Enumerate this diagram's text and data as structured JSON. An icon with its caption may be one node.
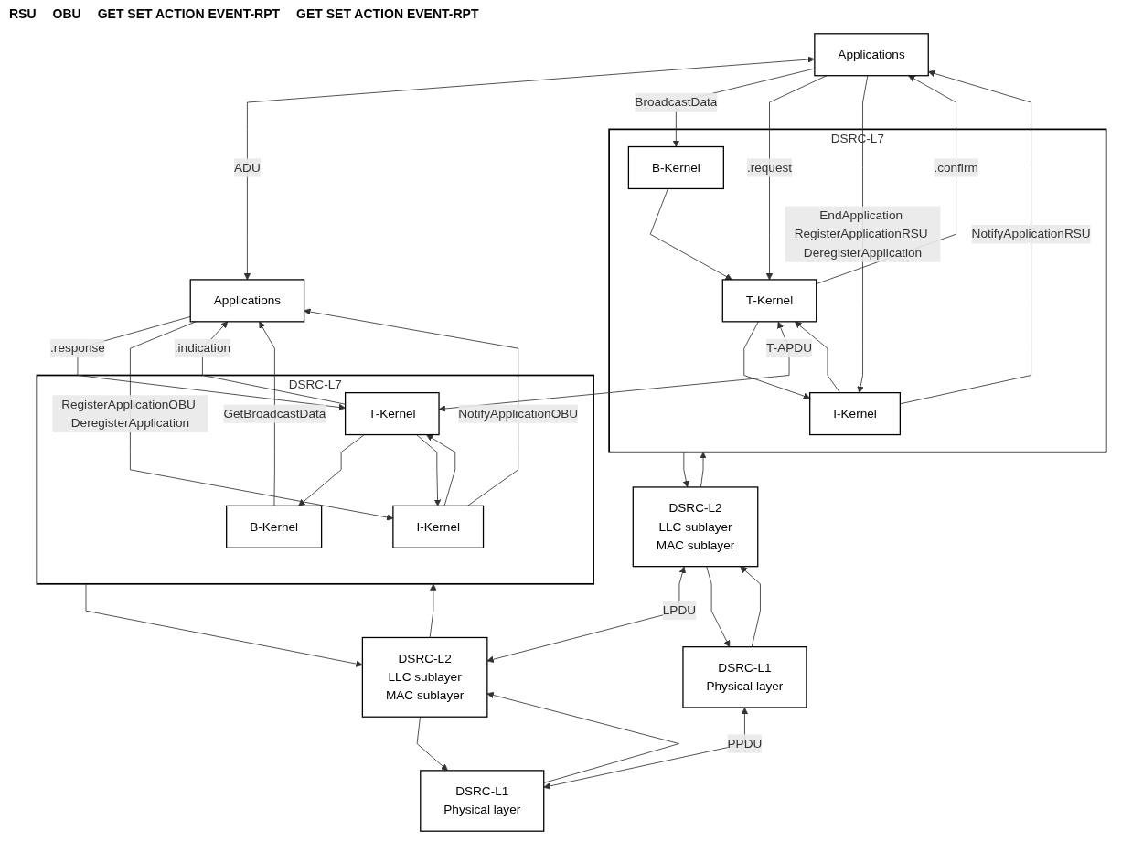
{
  "diagram": {
    "nodes": [
      {
        "text": [
          "Applications"
        ]
      },
      {
        "text": [
          "Applications"
        ]
      },
      {
        "text": [
          "DSRC-L7"
        ]
      },
      {
        "text": [
          "B-Kernel"
        ],
        "in": 2
      },
      {
        "text": [
          "I-Kernel"
        ],
        "in": 2
      },
      {
        "text": [
          "T-Kernel"
        ],
        "in": 2
      },
      {
        "text": [
          "DSRC-L7"
        ]
      },
      {
        "text": [
          "B-Kernel"
        ],
        "in": 6
      },
      {
        "text": [
          "I-Kernel"
        ],
        "in": 6
      },
      {
        "text": [
          "T-Kernel"
        ],
        "in": 6
      },
      {
        "text": [
          "DSRC-L2",
          "LLC sublayer",
          "MAC sublayer"
        ]
      },
      {
        "text": [
          "DSRC-L2",
          "LLC sublayer",
          "MAC sublayer"
        ]
      },
      {
        "text": [
          "DSRC-L1",
          "Physical layer"
        ]
      },
      {
        "text": [
          "DSRC-L1",
          "Physical layer"
        ]
      }
    ],
    "edges": [
      {
        "from": 0,
        "to": 1,
        "arrow": "both",
        "label": "ADU"
      },
      {
        "from": 0,
        "to": 3,
        "arrow": "to",
        "label": "BroadcastData"
      },
      {
        "from": 0,
        "to": 5,
        "arrow": "to",
        "label": ".request"
      },
      {
        "from": 5,
        "to": 0,
        "arrow": "to",
        "label": ".confirm"
      },
      {
        "from": 0,
        "to": 4,
        "arrow": "to",
        "label": "EndApplication RegisterApplicationRSU DeregisterApplication"
      },
      {
        "from": 4,
        "to": 0,
        "arrow": "to",
        "label": "NotifyApplicationRSU"
      },
      {
        "from": 3,
        "to": 5,
        "arrow": "to"
      },
      {
        "from": 4,
        "to": 5,
        "arrow": "to"
      },
      {
        "from": 5,
        "to": 4,
        "arrow": "to"
      },
      {
        "from": 7,
        "to": 1,
        "arrow": "to",
        "label": "GetBroadcastData"
      },
      {
        "from": 1,
        "to": 9,
        "arrow": "to",
        "label": ".response"
      },
      {
        "from": 9,
        "to": 1,
        "arrow": "to",
        "label": ".indication"
      },
      {
        "from": 1,
        "to": 8,
        "arrow": "to",
        "label": "RegisterApplicationOBU DeregisterApplication"
      },
      {
        "from": 8,
        "to": 1,
        "arrow": "to",
        "label": "NotifyApplicationOBU"
      },
      {
        "from": 9,
        "to": 7,
        "arrow": "to"
      },
      {
        "from": 8,
        "to": 9,
        "arrow": "to"
      },
      {
        "from": 9,
        "to": 8,
        "arrow": "to"
      },
      {
        "from": 5,
        "to": 9,
        "arrow": "both",
        "label": "T-APDU"
      },
      {
        "from": 2,
        "to": 10,
        "arrow": "to"
      },
      {
        "from": 10,
        "to": 2,
        "arrow": "to"
      },
      {
        "from": 6,
        "to": 11,
        "arrow": "to"
      },
      {
        "from": 11,
        "to": 6,
        "arrow": "to"
      },
      {
        "from": 10,
        "to": 11,
        "arrow": "both",
        "label": "LPDU"
      },
      {
        "from": 10,
        "to": 12,
        "arrow": "to"
      },
      {
        "from": 12,
        "to": 10,
        "arrow": "to"
      },
      {
        "from": 11,
        "to": 13,
        "arrow": "to"
      },
      {
        "from": 13,
        "to": 11,
        "arrow": "to"
      },
      {
        "from": 12,
        "to": 13,
        "arrow": "both",
        "label": "PPDU"
      }
    ],
    "labels": [
      "RSU",
      "OBU",
      "GET SET ACTION EVENT-RPT",
      "GET SET ACTION EVENT-RPT"
    ]
  }
}
